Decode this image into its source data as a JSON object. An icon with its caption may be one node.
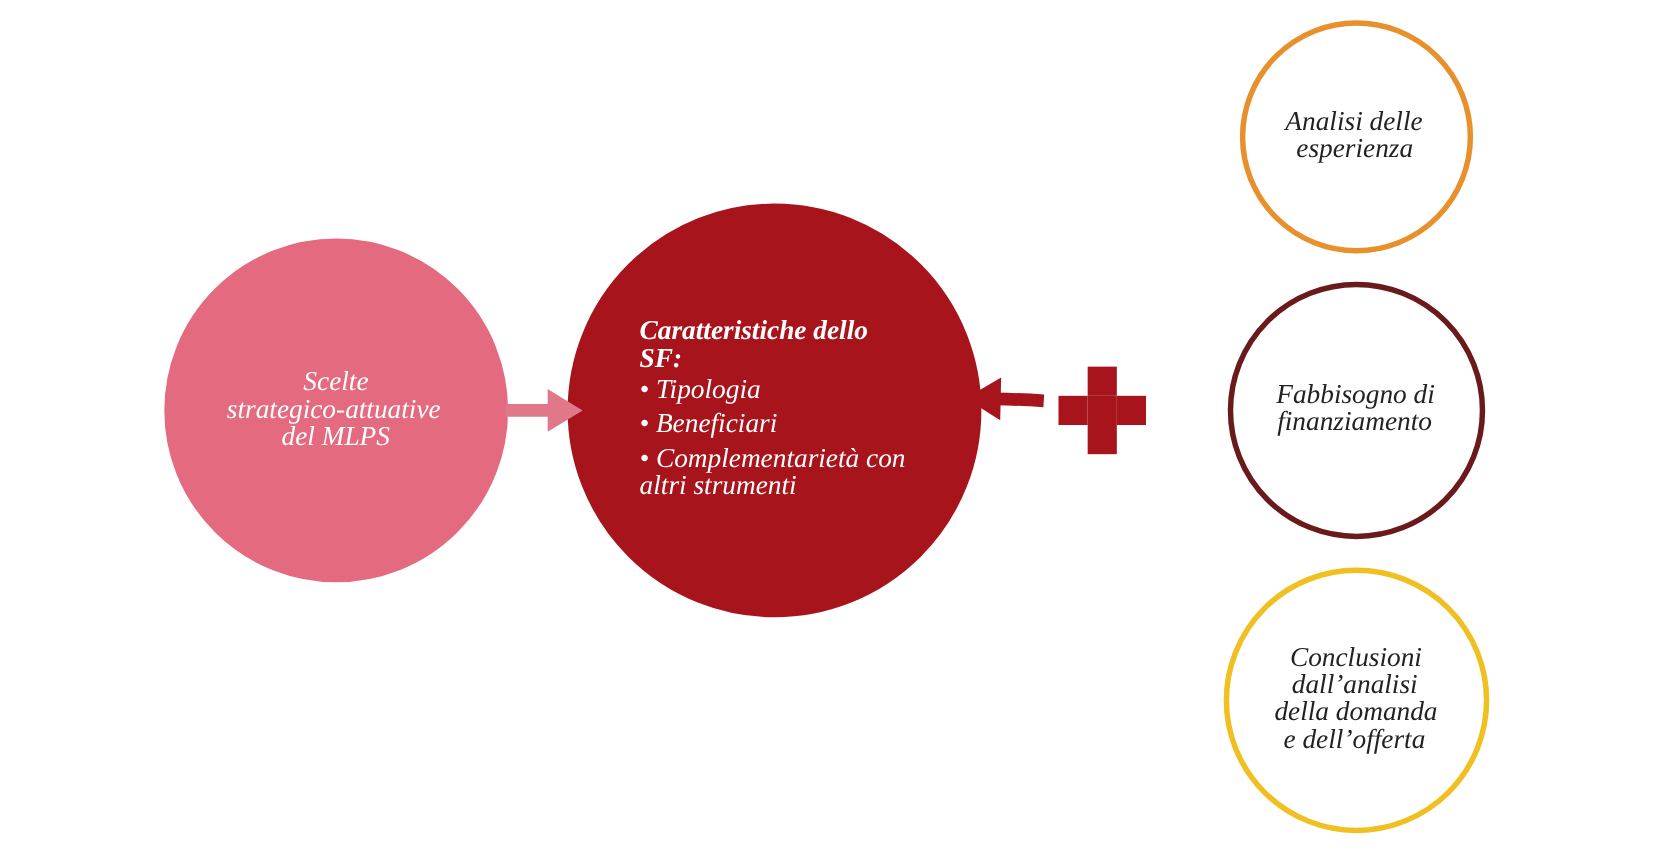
{
  "diagram": {
    "nodes": [
      {
        "text": [
          "Scelte strategico-attuative del MLPS"
        ]
      },
      {
        "text": [
          "Caratteristiche dello SF:",
          "• Tipologia",
          "• Beneficiari",
          "• Complementarietà con altri strumenti"
        ]
      },
      {
        "text": [
          "Analisi delle esperienza"
        ]
      },
      {
        "text": [
          "Fabbisogno di finanziamento"
        ]
      },
      {
        "text": [
          "Conclusioni dall’analisi della domanda e dell’offerta"
        ]
      },
      {
        "text": [],
        "shape": "cross"
      }
    ],
    "edges": [
      {
        "from": 0,
        "to": 1,
        "arrow": "to",
        "color": "#e0788a"
      },
      {
        "from": 5,
        "to": 1,
        "arrow": "to",
        "color": "#a8141c"
      }
    ]
  }
}
